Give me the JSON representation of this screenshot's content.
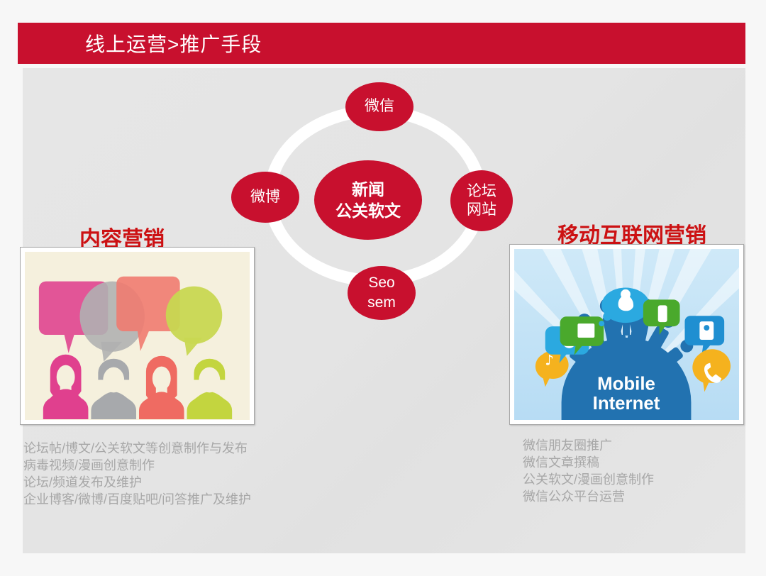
{
  "header": {
    "title": "线上运营>推广手段",
    "bar_color": "#c8102e"
  },
  "diagram": {
    "accent_color": "#c8102e",
    "ring_color": "#ffffff",
    "center": {
      "line1": "新闻",
      "line2": "公关软文"
    },
    "nodes": [
      {
        "id": "wechat",
        "label": "微信",
        "position": "top"
      },
      {
        "id": "weibo",
        "label": "微博",
        "position": "left"
      },
      {
        "id": "forum-site",
        "line1": "论坛",
        "line2": "网站",
        "position": "right"
      },
      {
        "id": "seo-sem",
        "line1": "Seo",
        "line2": "sem",
        "position": "bottom"
      }
    ]
  },
  "left_section": {
    "title": "内容营销",
    "title_color": "#cc1113",
    "image_alt": "speech-bubbles-people-illustration",
    "items": [
      "论坛帖/博文/公关软文等创意制作与发布",
      "病毒视频/漫画创意制作",
      "论坛/频道发布及维护",
      "企业博客/微博/百度贴吧/问答推广及维护"
    ]
  },
  "right_section": {
    "title": "移动互联网营销",
    "title_color": "#cc1113",
    "image_alt": "mobile-internet-illustration",
    "image_caption_line1": "Mobile",
    "image_caption_line2": "Internet",
    "items": [
      "微信朋友圈推广",
      "微信文章撰稿",
      "公关软文/漫画创意制作",
      "微信公众平台运营"
    ]
  }
}
